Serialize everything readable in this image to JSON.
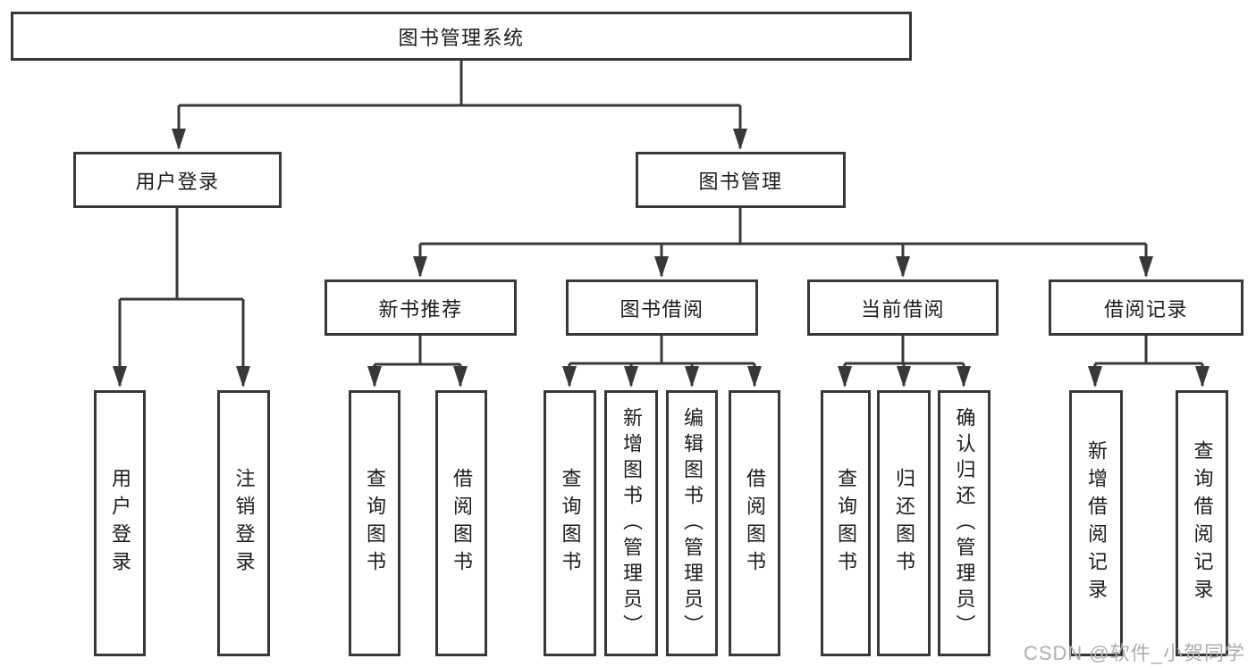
{
  "colors": {
    "line": "#383838",
    "text": "#1c1c1c",
    "bg": "#ffffff",
    "watermark": "#aeaeae"
  },
  "tree": {
    "root": {
      "label": "图书管理系统"
    },
    "branches": [
      {
        "label": "用户登录",
        "leaves": [
          {
            "label": "用户登录"
          },
          {
            "label": "注销登录"
          }
        ]
      },
      {
        "label": "图书管理",
        "children": [
          {
            "label": "新书推荐",
            "leaves": [
              {
                "label": "查询图书"
              },
              {
                "label": "借阅图书"
              }
            ]
          },
          {
            "label": "图书借阅",
            "leaves": [
              {
                "label": "查询图书"
              },
              {
                "label": "新增图书（管理员）"
              },
              {
                "label": "编辑图书（管理员）"
              },
              {
                "label": "借阅图书"
              }
            ]
          },
          {
            "label": "当前借阅",
            "leaves": [
              {
                "label": "查询图书"
              },
              {
                "label": "归还图书"
              },
              {
                "label": "确认归还（管理员）"
              }
            ]
          },
          {
            "label": "借阅记录",
            "leaves": [
              {
                "label": "新增借阅记录"
              },
              {
                "label": "查询借阅记录"
              }
            ]
          }
        ]
      }
    ]
  },
  "watermark": {
    "text": "CSDN @软件_小贺同学"
  }
}
